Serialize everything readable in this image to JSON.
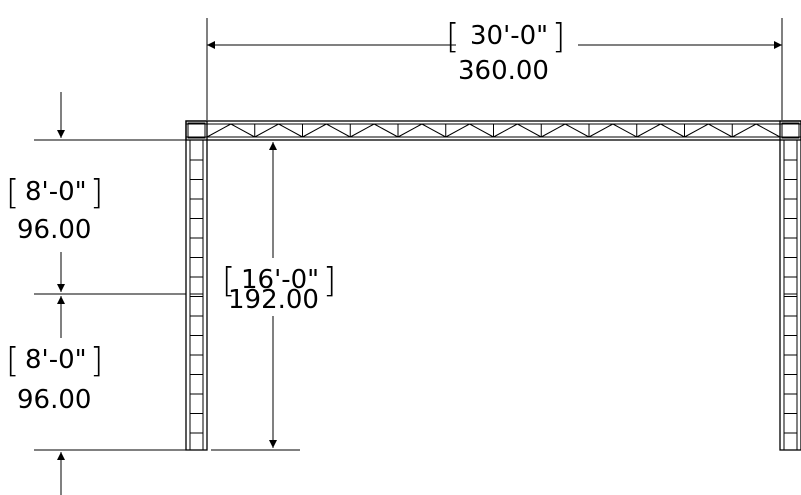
{
  "dimensions": {
    "span": {
      "feet": "30'-0\"",
      "inches": "360.00"
    },
    "total_height": {
      "feet": "16'-0\"",
      "inches": "192.00"
    },
    "upper_segment": {
      "feet": "8'-0\"",
      "inches": "96.00"
    },
    "lower_segment": {
      "feet": "8'-0\"",
      "inches": "96.00"
    }
  }
}
